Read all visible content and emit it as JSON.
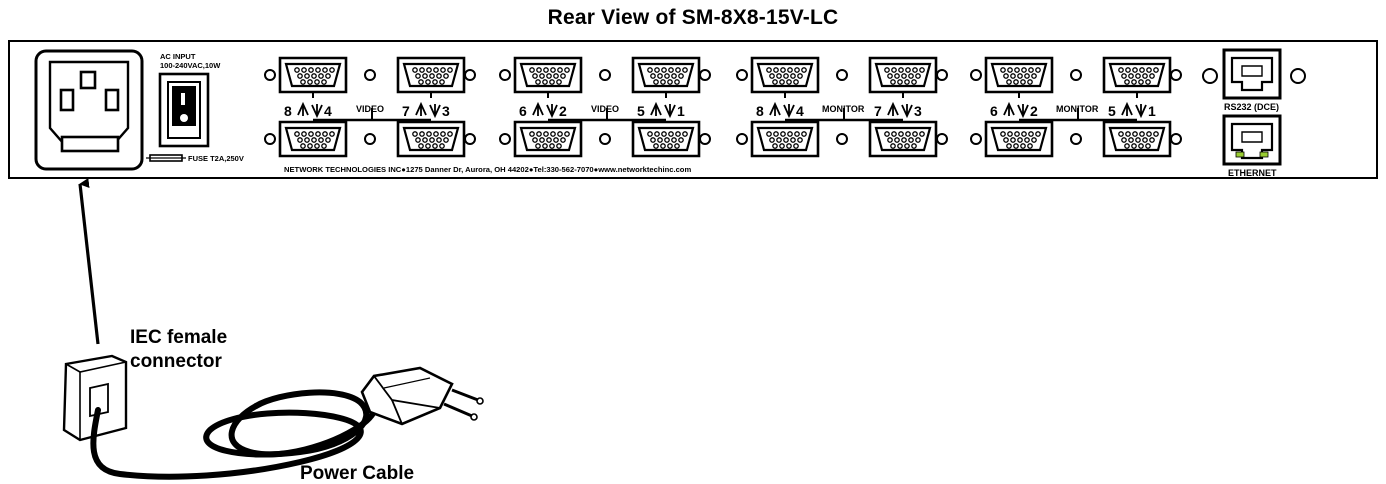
{
  "title": "Rear View of SM-8X8-15V-LC",
  "power": {
    "ac_input_line1": "AC INPUT",
    "ac_input_line2": "100-240VAC,10W",
    "fuse": "FUSE T2A,250V"
  },
  "port_groups": [
    {
      "label": "VIDEO",
      "left_num": "8",
      "left_num2": "4",
      "right_num": "7",
      "right_num2": "3"
    },
    {
      "label": "VIDEO",
      "left_num": "6",
      "left_num2": "2",
      "right_num": "5",
      "right_num2": "1"
    },
    {
      "label": "MONITOR",
      "left_num": "8",
      "left_num2": "4",
      "right_num": "7",
      "right_num2": "3"
    },
    {
      "label": "MONITOR",
      "left_num": "6",
      "left_num2": "2",
      "right_num": "5",
      "right_num2": "1"
    }
  ],
  "company_line": "NETWORK  TECHNOLOGIES INC●1275 Danner Dr, Aurora, OH 44202●Tel:330-562-7070●www.networktechinc.com",
  "rs232_label": "RS232 (DCE)",
  "ethernet_label": "ETHERNET",
  "callouts": {
    "iec_line1": "IEC female",
    "iec_line2": "connector",
    "power_cable": "Power Cable"
  },
  "icons": [
    "iec-inlet-icon",
    "power-switch-icon",
    "fuse-icon",
    "db15-connector-icon",
    "rj45-jack-icon",
    "power-cable-icon",
    "arrow-icon"
  ]
}
